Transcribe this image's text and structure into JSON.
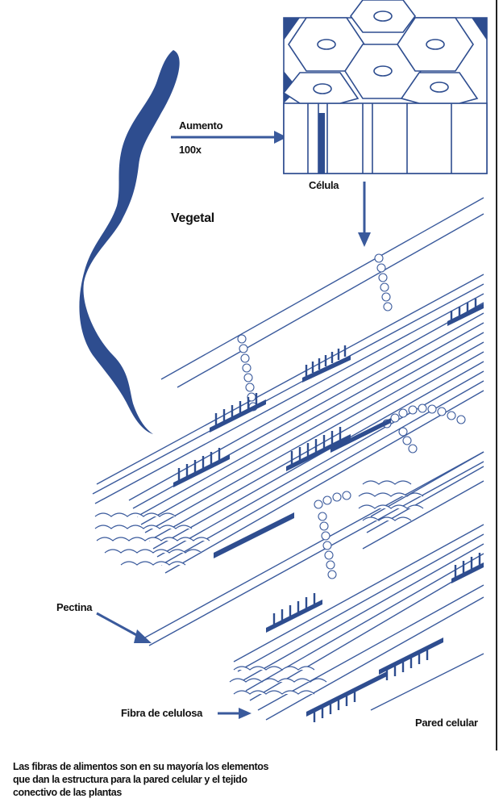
{
  "labels": {
    "magnification_line1": "Aumento",
    "magnification_line2": "100x",
    "cell": "Célula",
    "plant": "Vegetal",
    "pectin": "Pectina",
    "cellulose_fiber": "Fibra de celulosa",
    "cell_wall": "Pared celular"
  },
  "caption": {
    "line1": "Las fibras de alimentos son en su mayoría los elementos",
    "line2": "que dan la estructura  para la pared celular y el tejido",
    "line3": "conectivo de las plantas"
  },
  "colors": {
    "primary_blue": "#2e4d8f",
    "line_blue": "#3a5a9c",
    "light_blue": "#c9d6ee",
    "text": "#111111"
  }
}
